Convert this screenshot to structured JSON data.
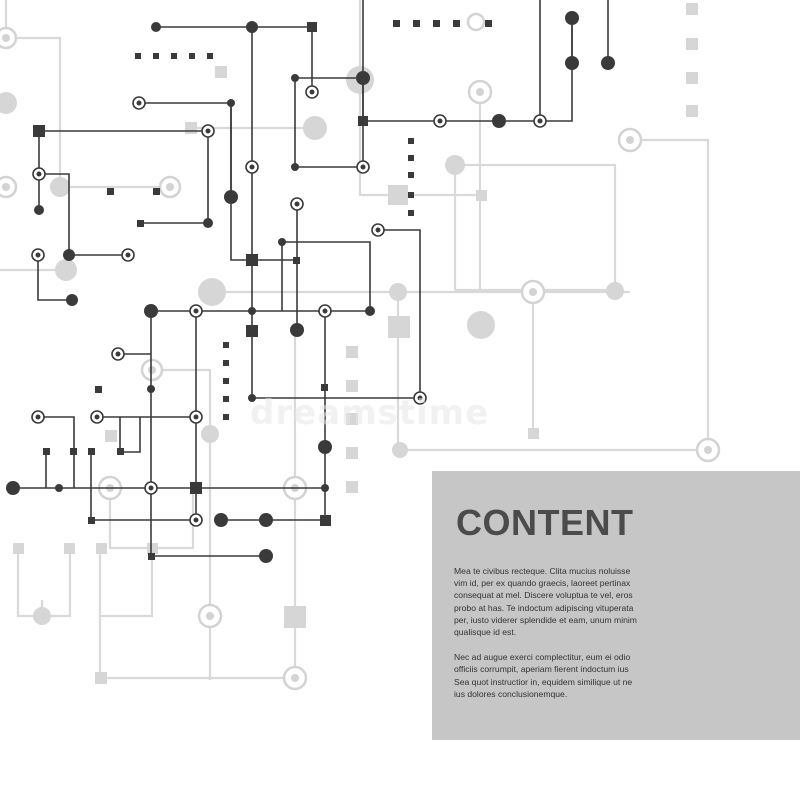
{
  "content": {
    "title": "CONTENT",
    "paragraphs": [
      "Mea te civibus recteque. Clita mucius noluisse vim id, per ex quando graecis, laoreet pertinax consequat at mel. Discere voluptua te vel, eros probo at has. Te indoctum adipiscing vituperata per, iusto viderer splendide et eam, unum minim qualisque id est.",
      "Nec ad augue exerci complectitur, eum ei odio officiis corrumpit, aperiam fierent indoctum ius Sea quot instructior in, equidem similique ut ne ius dolores conclusionemque."
    ]
  },
  "watermark": "dreamstime",
  "colors": {
    "dark": "#3a3a3a",
    "light": "#d6d6d6",
    "panel": "#c6c6c6",
    "title": "#4b4b4b"
  }
}
